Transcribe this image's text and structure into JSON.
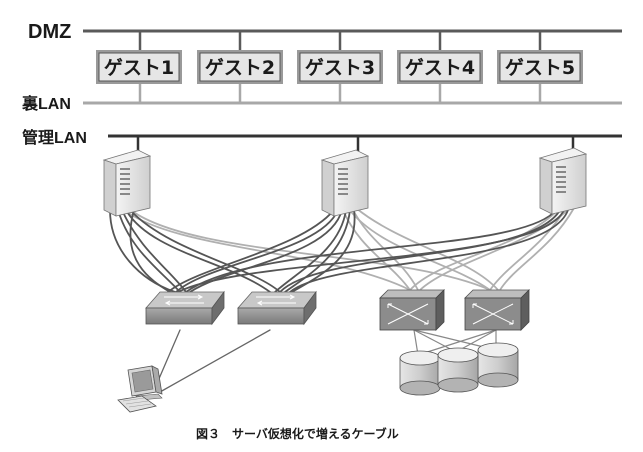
{
  "networks": {
    "dmz": "DMZ",
    "back_lan": "裏LAN",
    "mgmt_lan": "管理LAN"
  },
  "guests": [
    "ゲスト1",
    "ゲスト2",
    "ゲスト3",
    "ゲスト4",
    "ゲスト5"
  ],
  "caption": "図３　サーバ仮想化で増えるケーブル",
  "colors": {
    "line_dark": "#555555",
    "line_light": "#a8a8a8",
    "guest_box_fill": "#e6e6e6",
    "server_fill": "#e9e9e9",
    "switch_fill": "#8a8a8a",
    "storage_fill": "#d9d9d9"
  }
}
